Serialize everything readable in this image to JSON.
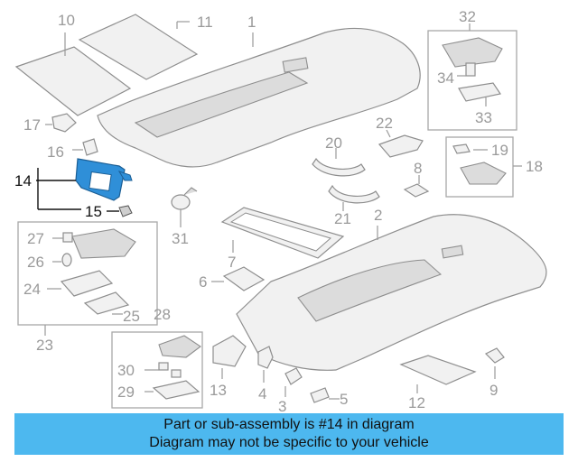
{
  "callouts": [
    {
      "id": "1",
      "label": "1"
    },
    {
      "id": "2",
      "label": "2"
    },
    {
      "id": "3",
      "label": "3"
    },
    {
      "id": "4",
      "label": "4"
    },
    {
      "id": "5",
      "label": "5"
    },
    {
      "id": "6",
      "label": "6"
    },
    {
      "id": "7",
      "label": "7"
    },
    {
      "id": "8",
      "label": "8"
    },
    {
      "id": "9",
      "label": "9"
    },
    {
      "id": "10",
      "label": "10"
    },
    {
      "id": "11",
      "label": "11"
    },
    {
      "id": "12",
      "label": "12"
    },
    {
      "id": "13",
      "label": "13"
    },
    {
      "id": "14",
      "label": "14"
    },
    {
      "id": "15",
      "label": "15"
    },
    {
      "id": "16",
      "label": "16"
    },
    {
      "id": "17",
      "label": "17"
    },
    {
      "id": "18",
      "label": "18"
    },
    {
      "id": "19",
      "label": "19"
    },
    {
      "id": "20",
      "label": "20"
    },
    {
      "id": "21",
      "label": "21"
    },
    {
      "id": "22",
      "label": "22"
    },
    {
      "id": "23",
      "label": "23"
    },
    {
      "id": "24",
      "label": "24"
    },
    {
      "id": "25",
      "label": "25"
    },
    {
      "id": "26",
      "label": "26"
    },
    {
      "id": "27",
      "label": "27"
    },
    {
      "id": "28",
      "label": "28"
    },
    {
      "id": "29",
      "label": "29"
    },
    {
      "id": "30",
      "label": "30"
    },
    {
      "id": "31",
      "label": "31"
    },
    {
      "id": "32",
      "label": "32"
    },
    {
      "id": "33",
      "label": "33"
    },
    {
      "id": "34",
      "label": "34"
    }
  ],
  "highlighted_part": "14",
  "colors": {
    "highlight_part": "#2f8fd8",
    "banner": "#4db8ef",
    "callout_text": "#9a9a9a"
  },
  "banner": {
    "line1": "Part or sub-assembly is #14 in diagram",
    "line2": "Diagram may not be specific to your vehicle"
  }
}
